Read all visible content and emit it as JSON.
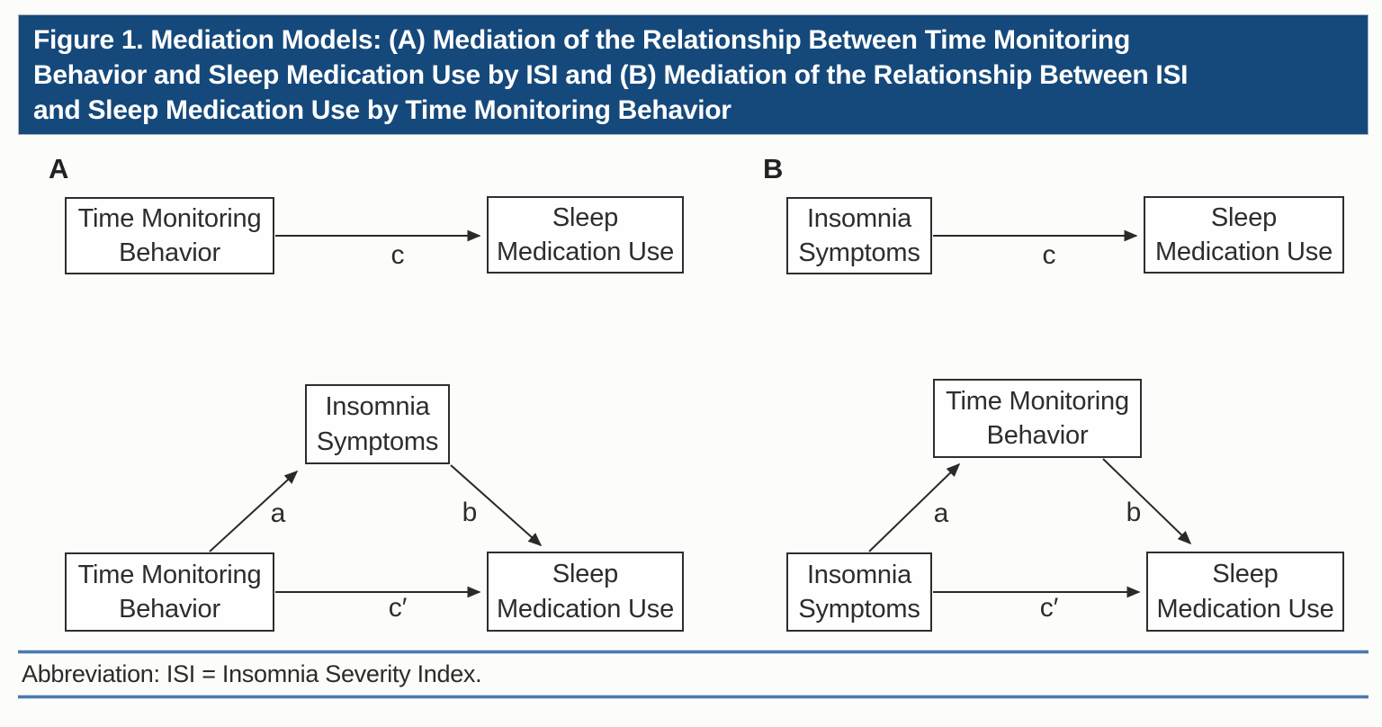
{
  "header": {
    "title_lines": [
      "Figure 1. Mediation Models: (A) Mediation of the Relationship Between Time Monitoring",
      "Behavior and Sleep Medication Use by ISI and (B) Mediation of the Relationship Between ISI",
      "and Sleep Medication Use by Time Monitoring Behavior"
    ]
  },
  "panels": {
    "a": {
      "label": "A"
    },
    "b": {
      "label": "B"
    }
  },
  "boxes": {
    "a_direct_predictor": "Time Monitoring\nBehavior",
    "a_direct_outcome": "Sleep\nMedication Use",
    "a_mediator": "Insomnia\nSymptoms",
    "a_med_predictor": "Time Monitoring\nBehavior",
    "a_med_outcome": "Sleep\nMedication Use",
    "b_direct_predictor": "Insomnia\nSymptoms",
    "b_direct_outcome": "Sleep\nMedication Use",
    "b_mediator": "Time Monitoring\nBehavior",
    "b_med_predictor": "Insomnia\nSymptoms",
    "b_med_outcome": "Sleep\nMedication Use"
  },
  "path_labels": {
    "a_c": "c",
    "a_a": "a",
    "a_b": "b",
    "a_cprime": "c′",
    "b_c": "c",
    "b_a": "a",
    "b_b": "b",
    "b_cprime": "c′"
  },
  "footer": {
    "abbreviation": "Abbreviation: ISI = Insomnia Severity Index."
  },
  "colors": {
    "header_bg": "#15497B",
    "header_text": "#FFFFFF",
    "rule_blue": "#4B7BAF",
    "box_border": "#2E2E2E",
    "arrow": "#2A2A2A",
    "text": "#2D2D2D"
  }
}
